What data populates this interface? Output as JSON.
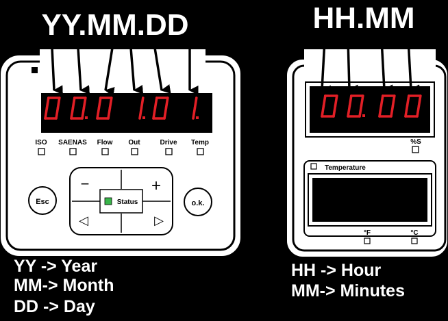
{
  "left_device": {
    "format_label": "YY.MM.DD",
    "display_digits": [
      "0",
      "0",
      "0",
      "1",
      "0",
      "1"
    ],
    "indicators": [
      "ISO",
      "SAENAS",
      "Flow",
      "Out",
      "Drive",
      "Temp"
    ],
    "buttons": {
      "esc": "Esc",
      "status": "Status",
      "ok": "o.k.",
      "minus": "−",
      "plus": "+",
      "left": "◁",
      "right": "▷"
    },
    "legend": [
      "YY -> Year",
      "MM-> Month",
      "DD -> Day"
    ]
  },
  "right_device": {
    "format_label": "HH.MM",
    "display_digits": [
      "0",
      "0",
      "0",
      "0"
    ],
    "percent_label": "%S",
    "temperature_label": "Temperature",
    "fahrenheit_label": "°F",
    "celsius_label": "°C",
    "legend": [
      "HH -> Hour",
      "MM-> Minutes"
    ]
  },
  "colors": {
    "background": "#000000",
    "panel": "#ffffff",
    "display": "#000000",
    "segment_on": "#e21f26",
    "status_led": "#39b54a"
  }
}
